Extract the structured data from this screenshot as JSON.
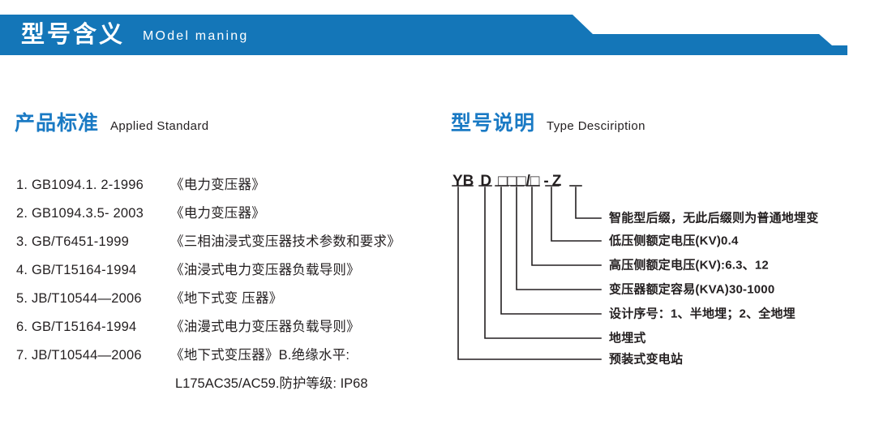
{
  "banner": {
    "title_cn": "型号含义",
    "title_en": "MOdel maning",
    "color": "#1476b8"
  },
  "sections": {
    "left": {
      "title_cn": "产品标准",
      "title_en": "Applied Standard"
    },
    "right": {
      "title_cn": "型号说明",
      "title_en": "Type Desciription"
    }
  },
  "standards": [
    {
      "code": "1. GB1094.1. 2-1996",
      "name": "《电力变压器》"
    },
    {
      "code": "2. GB1094.3.5- 2003",
      "name": "《电力变压器》"
    },
    {
      "code": "3. GB/T6451-1999",
      "name": "《三相油浸式变压器技术参数和要求》"
    },
    {
      "code": "4. GB/T15164-1994",
      "name": "《油浸式电力变压器负载导则》"
    },
    {
      "code": "5. JB/T10544—2006",
      "name": "《地下式变 压器》"
    },
    {
      "code": "6. GB/T15164-1994",
      "name": "《油漫式电力变压器负载导则》"
    },
    {
      "code": "7. JB/T10544—2006",
      "name": "《地下式变压器》B.绝缘水平:"
    }
  ],
  "standards_continuation": "L175AC35/AC59.防护等级: IP68",
  "model_code": {
    "parts": [
      "YB",
      "D",
      "□",
      "□",
      "□",
      "/",
      "□",
      "-",
      "Z"
    ],
    "full": "YB D □□□/□ - Z"
  },
  "model_legend": [
    "智能型后缀，无此后缀则为普通地埋变",
    "低压侧额定电压(KV)0.4",
    "高压侧额定电压(KV):6.3、12",
    "变压器额定容易(KVA)30-1000",
    "设计序号：1、半地埋；2、全地埋",
    "地埋式",
    "预装式变电站"
  ]
}
